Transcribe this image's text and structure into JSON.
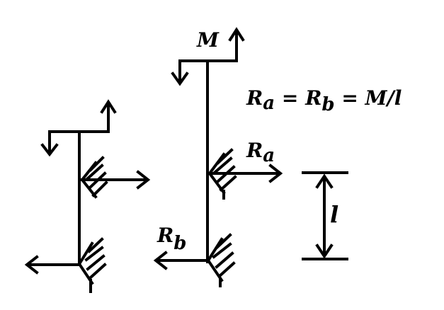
{
  "labels": {
    "moment": "M",
    "reaction_a_symbol": "R",
    "reaction_a_sub": "a",
    "reaction_b_symbol": "R",
    "reaction_b_sub": "b",
    "length": "l"
  },
  "equation": {
    "r1": "R",
    "r1_sub": "a",
    "eq1": " = ",
    "r2": "R",
    "r2_sub": "b",
    "eq2": " = ",
    "rhs": "M/l"
  },
  "colors": {
    "ink": "#000000",
    "background": "#ffffff"
  }
}
